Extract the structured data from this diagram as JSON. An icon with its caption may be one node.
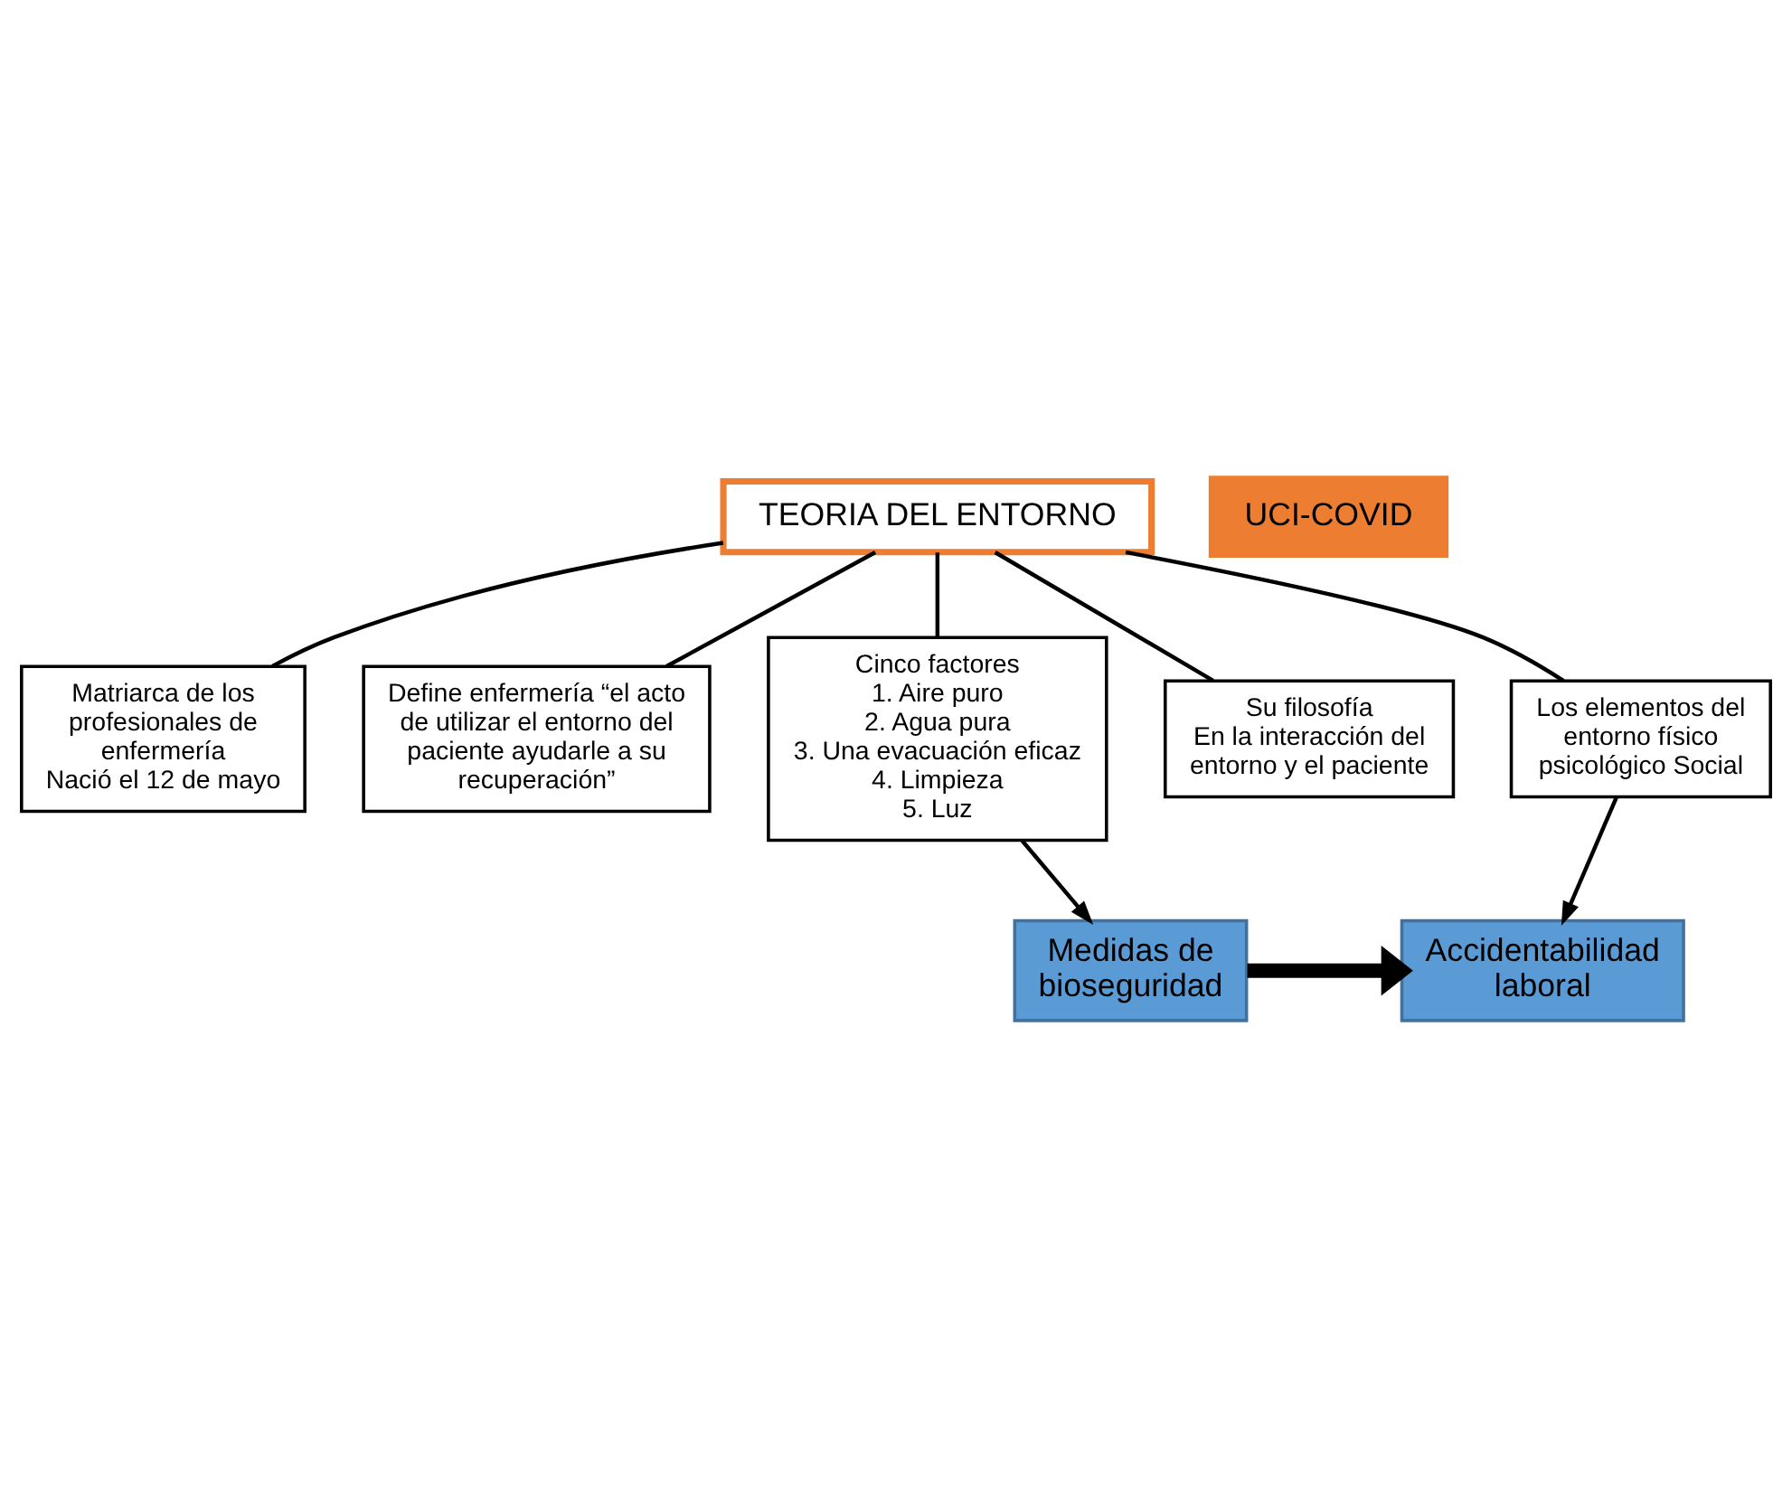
{
  "diagram": {
    "nodes": [
      {
        "text": [
          "TEORIA DEL ENTORNO"
        ]
      },
      {
        "text": [
          "UCI-COVID"
        ]
      },
      {
        "text": [
          "Matriarca de los profesionales de enfermería",
          "Nació el 12 de mayo"
        ]
      },
      {
        "text": [
          "Define enfermería “el acto de utilizar el entorno del paciente ayudarle a su recuperación”"
        ]
      },
      {
        "text": [
          "Cinco factores",
          "1. Aire puro",
          "2. Agua pura",
          "3. Una evacuación eficaz",
          "4. Limpieza",
          "5. Luz"
        ]
      },
      {
        "text": [
          "Su filosofía",
          "En la interacción del entorno y el paciente"
        ]
      },
      {
        "text": [
          "Los elementos del entorno físico psicológico Social"
        ]
      },
      {
        "text": [
          "Medidas de bioseguridad"
        ]
      },
      {
        "text": [
          "Accidentabilidad laboral"
        ]
      }
    ],
    "edges": [
      {
        "from": 0,
        "to": 2,
        "arrow": "none"
      },
      {
        "from": 0,
        "to": 3,
        "arrow": "none"
      },
      {
        "from": 0,
        "to": 4,
        "arrow": "none"
      },
      {
        "from": 0,
        "to": 5,
        "arrow": "none"
      },
      {
        "from": 0,
        "to": 6,
        "arrow": "none"
      },
      {
        "from": 4,
        "to": 7,
        "arrow": "to"
      },
      {
        "from": 7,
        "to": 8,
        "arrow": "to",
        "style": "thick"
      },
      {
        "from": 6,
        "to": 8,
        "arrow": "to"
      }
    ]
  }
}
